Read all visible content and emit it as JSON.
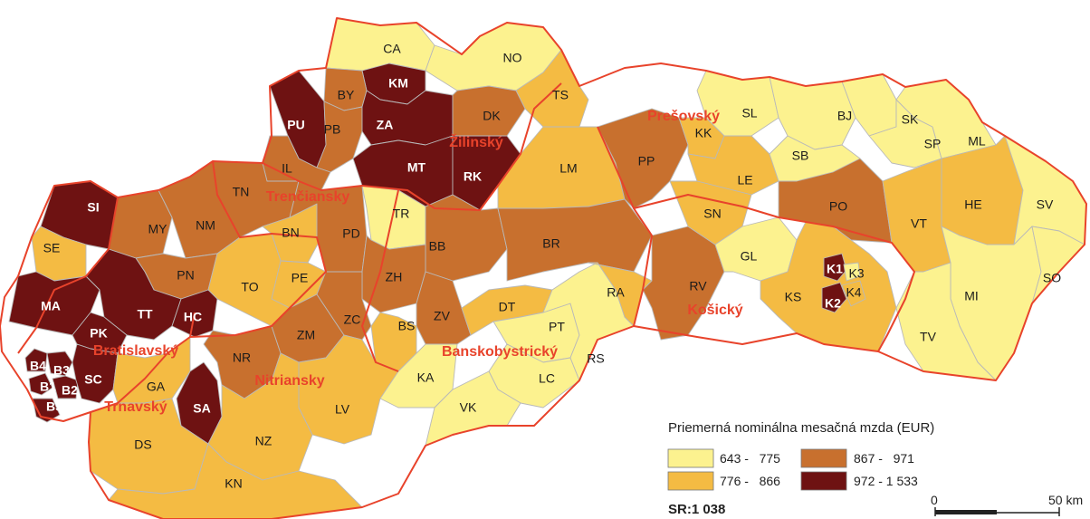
{
  "map": {
    "legend": {
      "title": "Priemerná nominálna mesačná mzda (EUR)",
      "classes": [
        {
          "label": "643 -   775",
          "color": "#fcf28f"
        },
        {
          "label": "776 -   866",
          "color": "#f4bb43"
        },
        {
          "label": "867 -   971",
          "color": "#c8702e"
        },
        {
          "label": "972 - 1 533",
          "color": "#6e1212"
        }
      ]
    },
    "sr_total": "SR:1 038",
    "scale_bar": {
      "zero": "0",
      "end": "50 km"
    },
    "regions": [
      {
        "name": "Prešovský"
      },
      {
        "name": "Žilinský"
      },
      {
        "name": "Trenčiansky"
      },
      {
        "name": "Banskobystrický"
      },
      {
        "name": "Košický"
      },
      {
        "name": "Bratislavský"
      },
      {
        "name": "Trnavský"
      },
      {
        "name": "Nitriansky"
      }
    ],
    "districts": [
      {
        "code": "CA",
        "class": 0
      },
      {
        "code": "NO",
        "class": 0
      },
      {
        "code": "TS",
        "class": 1
      },
      {
        "code": "KM",
        "class": 3
      },
      {
        "code": "BY",
        "class": 2
      },
      {
        "code": "PU",
        "class": 3
      },
      {
        "code": "PB",
        "class": 2
      },
      {
        "code": "ZA",
        "class": 3
      },
      {
        "code": "DK",
        "class": 2
      },
      {
        "code": "MT",
        "class": 3
      },
      {
        "code": "RK",
        "class": 3
      },
      {
        "code": "IL",
        "class": 2
      },
      {
        "code": "TN",
        "class": 2
      },
      {
        "code": "LM",
        "class": 1
      },
      {
        "code": "SI",
        "class": 3
      },
      {
        "code": "MY",
        "class": 2
      },
      {
        "code": "NM",
        "class": 2
      },
      {
        "code": "BN",
        "class": 1
      },
      {
        "code": "PD",
        "class": 2
      },
      {
        "code": "TR",
        "class": 0
      },
      {
        "code": "BB",
        "class": 2
      },
      {
        "code": "BR",
        "class": 2
      },
      {
        "code": "SE",
        "class": 1
      },
      {
        "code": "PN",
        "class": 2
      },
      {
        "code": "TO",
        "class": 1
      },
      {
        "code": "PE",
        "class": 1
      },
      {
        "code": "ZH",
        "class": 2
      },
      {
        "code": "MA",
        "class": 3
      },
      {
        "code": "TT",
        "class": 3
      },
      {
        "code": "HC",
        "class": 3
      },
      {
        "code": "PK",
        "class": 3
      },
      {
        "code": "B4",
        "class": 3
      },
      {
        "code": "B3",
        "class": 3
      },
      {
        "code": "B1",
        "class": 3
      },
      {
        "code": "B2",
        "class": 3
      },
      {
        "code": "B5",
        "class": 3
      },
      {
        "code": "SC",
        "class": 3
      },
      {
        "code": "GA",
        "class": 1
      },
      {
        "code": "SA",
        "class": 3
      },
      {
        "code": "DS",
        "class": 1
      },
      {
        "code": "NR",
        "class": 2
      },
      {
        "code": "ZM",
        "class": 2
      },
      {
        "code": "ZC",
        "class": 2
      },
      {
        "code": "BS",
        "class": 1
      },
      {
        "code": "ZV",
        "class": 2
      },
      {
        "code": "DT",
        "class": 1
      },
      {
        "code": "KA",
        "class": 0
      },
      {
        "code": "PT",
        "class": 0
      },
      {
        "code": "LC",
        "class": 0
      },
      {
        "code": "VK",
        "class": 0
      },
      {
        "code": "RS",
        "class": 0
      },
      {
        "code": "RA",
        "class": 1
      },
      {
        "code": "RV",
        "class": 2
      },
      {
        "code": "LV",
        "class": 1
      },
      {
        "code": "NZ",
        "class": 1
      },
      {
        "code": "KN",
        "class": 1
      },
      {
        "code": "PP",
        "class": 2
      },
      {
        "code": "KK",
        "class": 1
      },
      {
        "code": "SL",
        "class": 0
      },
      {
        "code": "LE",
        "class": 1
      },
      {
        "code": "SN",
        "class": 1
      },
      {
        "code": "GL",
        "class": 0
      },
      {
        "code": "PO",
        "class": 2
      },
      {
        "code": "BJ",
        "class": 0
      },
      {
        "code": "SB",
        "class": 0
      },
      {
        "code": "SK",
        "class": 0
      },
      {
        "code": "SP",
        "class": 0
      },
      {
        "code": "ML",
        "class": 0
      },
      {
        "code": "HE",
        "class": 1
      },
      {
        "code": "VT",
        "class": 1
      },
      {
        "code": "SV",
        "class": 0
      },
      {
        "code": "MI",
        "class": 0
      },
      {
        "code": "SO",
        "class": 0
      },
      {
        "code": "TV",
        "class": 0
      },
      {
        "code": "KS",
        "class": 1
      },
      {
        "code": "K1",
        "class": 3
      },
      {
        "code": "K2",
        "class": 3
      },
      {
        "code": "K3",
        "class": 0
      },
      {
        "code": "K4",
        "class": 1
      }
    ]
  }
}
